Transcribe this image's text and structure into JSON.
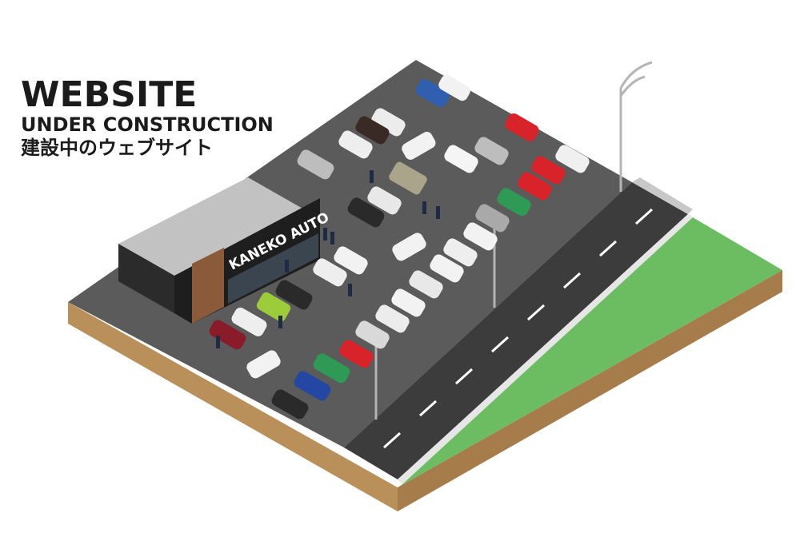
{
  "headline": {
    "title": "WEBSITE",
    "subtitle": "UNDER CONSTRUCTION",
    "japanese": "建設中のウェブサイト"
  },
  "store": {
    "sign": "KANEKO AUTO"
  },
  "colors": {
    "asphalt": "#5a5a5a",
    "road": "#3d3d3d",
    "grass": "#6cbd62",
    "soil": "#c9a36b",
    "building": "#2b2b2b",
    "accent_wood": "#8a5a3a"
  }
}
